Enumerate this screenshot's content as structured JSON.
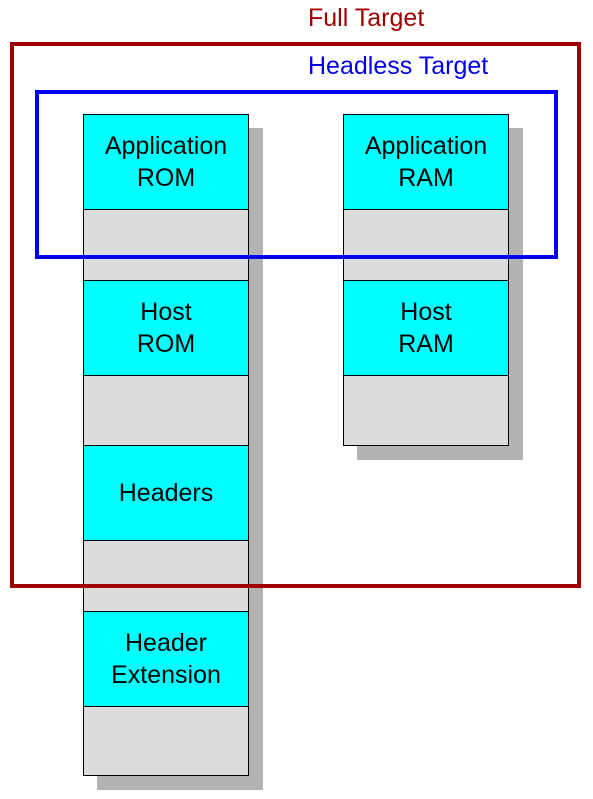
{
  "full_target": {
    "label": "Full Target",
    "color": "#a00000"
  },
  "headless_target": {
    "label": "Headless Target",
    "color": "#0000ee"
  },
  "rom_column": {
    "blocks": [
      {
        "name": "application-rom-block",
        "label": "Application\nROM"
      },
      {
        "name": "host-rom-block",
        "label": "Host\nROM"
      },
      {
        "name": "headers-block",
        "label": "Headers"
      },
      {
        "name": "header-extension-block",
        "label": "Header\nExtension"
      }
    ]
  },
  "ram_column": {
    "blocks": [
      {
        "name": "application-ram-block",
        "label": "Application\nRAM"
      },
      {
        "name": "host-ram-block",
        "label": "Host\nRAM"
      }
    ]
  }
}
